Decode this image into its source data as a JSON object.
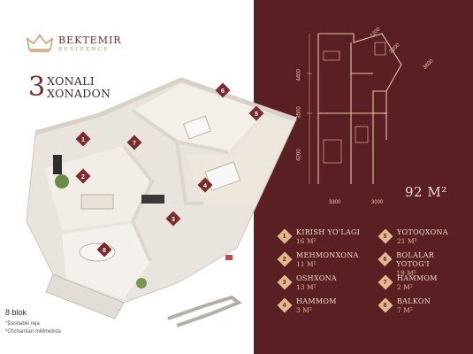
{
  "brand": {
    "name": "BEKTEMIR",
    "subtitle": "RESIDENCE"
  },
  "headline": {
    "number": "3",
    "line1": "XONALI",
    "line2": "XONADON"
  },
  "block_label": "8 blok",
  "notes": [
    "*Dastlabki reja",
    "*O'lchamlari millimetrda"
  ],
  "area": "92 M²",
  "dimensions": {
    "top": "1200",
    "diag1": "2200",
    "diag2": "3800",
    "left1": "4400",
    "left2": "3500",
    "left3": "6200",
    "bottom1": "3300",
    "bottom2": "3000"
  },
  "rooms": [
    {
      "n": "1",
      "name": "KIRISH YO'LAGI",
      "size": "16 M²"
    },
    {
      "n": "2",
      "name": "MEHMONXONA",
      "size": "11 M²"
    },
    {
      "n": "3",
      "name": "OSHXONA",
      "size": "13 M²"
    },
    {
      "n": "4",
      "name": "HAMMOM",
      "size": "3 M²"
    },
    {
      "n": "5",
      "name": "YOTOQXONA",
      "size": "21 M²"
    },
    {
      "n": "6",
      "name": "BOLALAR YOTOG'I",
      "size": "19 M²"
    },
    {
      "n": "7",
      "name": "HAMMOM",
      "size": "2 M²"
    },
    {
      "n": "8",
      "name": "BALKON",
      "size": "7 M²"
    }
  ],
  "colors": {
    "maroon": "#5a1f22",
    "gold": "#e2b88c",
    "cream": "#f2dcc8"
  }
}
